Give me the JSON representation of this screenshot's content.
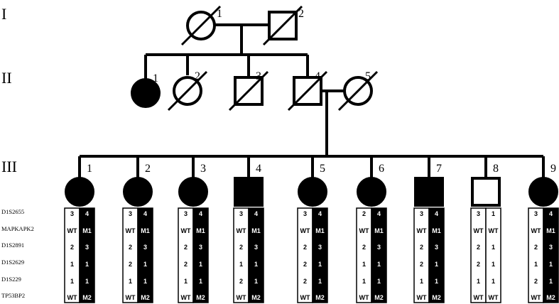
{
  "generations": {
    "I": "I",
    "II": "II",
    "III": "III"
  },
  "gen1": [
    {
      "id": "1",
      "sex": "female",
      "affected": false,
      "deceased": true
    },
    {
      "id": "2",
      "sex": "male",
      "affected": false,
      "deceased": true
    }
  ],
  "gen2": [
    {
      "id": "1",
      "sex": "female",
      "affected": true,
      "deceased": false
    },
    {
      "id": "2",
      "sex": "female",
      "affected": false,
      "deceased": true
    },
    {
      "id": "3",
      "sex": "male",
      "affected": false,
      "deceased": true
    },
    {
      "id": "4",
      "sex": "male",
      "affected": false,
      "deceased": true
    },
    {
      "id": "5",
      "sex": "female",
      "affected": false,
      "deceased": true
    }
  ],
  "gen3": [
    {
      "id": "1",
      "sex": "female",
      "affected": true,
      "left": [
        "3",
        "WT",
        "2",
        "1",
        "1",
        "WT"
      ],
      "right": [
        "4",
        "M1",
        "3",
        "1",
        "1",
        "M2"
      ],
      "rightDark": true
    },
    {
      "id": "2",
      "sex": "female",
      "affected": true,
      "left": [
        "3",
        "WT",
        "2",
        "2",
        "1",
        "WT"
      ],
      "right": [
        "4",
        "M1",
        "3",
        "1",
        "1",
        "M2"
      ],
      "rightDark": true
    },
    {
      "id": "3",
      "sex": "female",
      "affected": true,
      "left": [
        "3",
        "WT",
        "2",
        "2",
        "1",
        "WT"
      ],
      "right": [
        "4",
        "M1",
        "3",
        "1",
        "1",
        "M2"
      ],
      "rightDark": true
    },
    {
      "id": "4",
      "sex": "male",
      "affected": true,
      "left": [
        "3",
        "WT",
        "2",
        "1",
        "2",
        "WT"
      ],
      "right": [
        "4",
        "M1",
        "3",
        "1",
        "1",
        "M2"
      ],
      "rightDark": true
    },
    {
      "id": "5",
      "sex": "female",
      "affected": true,
      "left": [
        "3",
        "WT",
        "2",
        "2",
        "2",
        "WT"
      ],
      "right": [
        "4",
        "M1",
        "3",
        "1",
        "1",
        "M2"
      ],
      "rightDark": true
    },
    {
      "id": "6",
      "sex": "female",
      "affected": true,
      "left": [
        "2",
        "WT",
        "2",
        "1",
        "1",
        "WT"
      ],
      "right": [
        "4",
        "M1",
        "3",
        "1",
        "1",
        "M2"
      ],
      "rightDark": true
    },
    {
      "id": "7",
      "sex": "male",
      "affected": true,
      "left": [
        "3",
        "WT",
        "2",
        "2",
        "1",
        "WT"
      ],
      "right": [
        "4",
        "M1",
        "3",
        "1",
        "1",
        "M2"
      ],
      "rightDark": true
    },
    {
      "id": "8",
      "sex": "male",
      "affected": false,
      "left": [
        "3",
        "WT",
        "2",
        "2",
        "1",
        "WT"
      ],
      "right": [
        "1",
        "WT",
        "1",
        "1",
        "1",
        "WT"
      ],
      "rightDark": false
    },
    {
      "id": "9",
      "sex": "female",
      "affected": true,
      "left": [
        "3",
        "WT",
        "2",
        "1",
        "2",
        "WT"
      ],
      "right": [
        "4",
        "M1",
        "3",
        "1",
        "1",
        "M2"
      ],
      "rightDark": true
    }
  ],
  "markers": [
    "D1S2655",
    "MAPKAPK2",
    "D1S2891",
    "D1S2629",
    "D1S229",
    "TP53BP2"
  ]
}
